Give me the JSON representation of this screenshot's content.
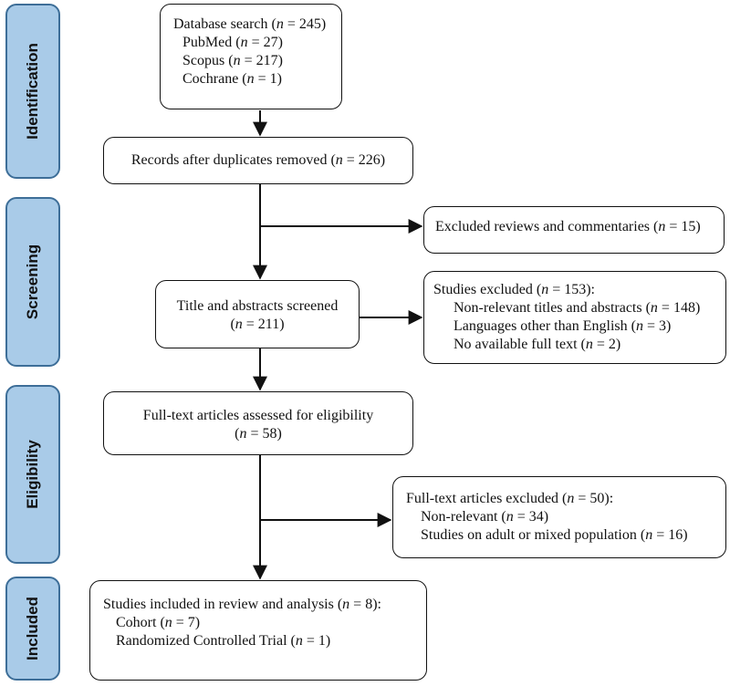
{
  "phases": {
    "identification": "Identification",
    "screening": "Screening",
    "eligibility": "Eligibility",
    "included": "Included"
  },
  "boxes": {
    "database_search": {
      "title_pre": "Database search (",
      "title_n": "n",
      "title_post": " = 245)",
      "items": [
        {
          "pre": "PubMed (",
          "n": "n",
          "post": " = 27)"
        },
        {
          "pre": "Scopus (",
          "n": "n",
          "post": " = 217)"
        },
        {
          "pre": "Cochrane (",
          "n": "n",
          "post": " = 1)"
        }
      ]
    },
    "duplicates_removed": {
      "pre": "Records after duplicates removed (",
      "n": "n",
      "post": " = 226)"
    },
    "excluded_reviews": {
      "pre": "Excluded reviews and commentaries (",
      "n": "n",
      "post": " = 15)"
    },
    "title_abstract": {
      "line1": "Title and abstracts screened",
      "pre": "(",
      "n": "n",
      "post": " = 211)"
    },
    "studies_excluded": {
      "title_pre": "Studies excluded (",
      "title_n": "n",
      "title_post": " = 153):",
      "items": [
        {
          "pre": "Non-relevant titles and abstracts (",
          "n": "n",
          "post": " = 148)"
        },
        {
          "pre": "Languages other than English (",
          "n": "n",
          "post": " = 3)"
        },
        {
          "pre": "No available full text (",
          "n": "n",
          "post": " = 2)"
        }
      ]
    },
    "fulltext_assessed": {
      "line1": "Full-text articles assessed for eligibility",
      "pre": "(",
      "n": "n",
      "post": " = 58)"
    },
    "fulltext_excluded": {
      "title_pre": "Full-text articles excluded (",
      "title_n": "n",
      "title_post": " = 50):",
      "items": [
        {
          "pre": "Non-relevant (",
          "n": "n",
          "post": " = 34)"
        },
        {
          "pre": "Studies on adult or mixed population (",
          "n": "n",
          "post": " = 16)"
        }
      ]
    },
    "included_studies": {
      "title_pre": "Studies included in review and analysis (",
      "title_n": "n",
      "title_post": " = 8):",
      "items": [
        {
          "pre": "Cohort (",
          "n": "n",
          "post": " = 7)"
        },
        {
          "pre": "Randomized Controlled Trial (",
          "n": "n",
          "post": " = 1)"
        }
      ]
    }
  },
  "colors": {
    "phase_fill": "#a9cbe8",
    "phase_border": "#3d6e98",
    "box_border": "#111111",
    "arrow": "#111111"
  }
}
